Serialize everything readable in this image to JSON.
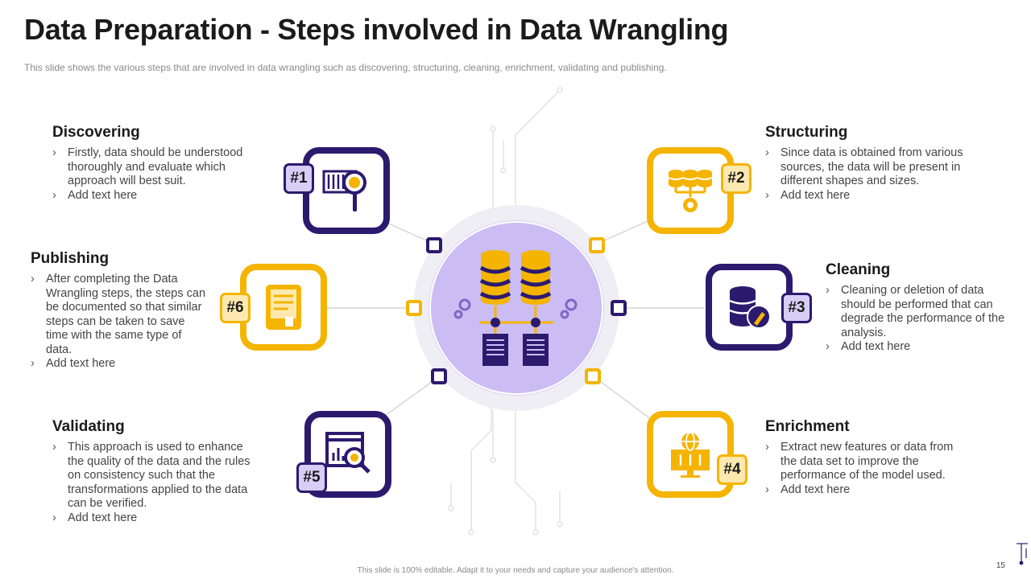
{
  "title": "Data Preparation - Steps involved in Data Wrangling",
  "subtitle": "This slide shows the various steps that are involved in data wrangling such as discovering, structuring, cleaning, enrichment, validating and publishing.",
  "footer": "This slide is 100% editable. Adapt it to your needs and capture your audience's attention.",
  "page_number": "15",
  "colors": {
    "purple": "#2b1a6e",
    "yellow": "#f4b400",
    "lavender": "#cbbdf3",
    "badge_purple": "#d7cdf5",
    "badge_yellow": "#fde9b0"
  },
  "hub": {
    "icon": "database-network-icon"
  },
  "steps": [
    {
      "id": "discovering",
      "badge": "#1",
      "heading": "Discovering",
      "icon": "data-search-icon",
      "bullets": [
        "Firstly, data should be understood thoroughly and evaluate which approach will best suit.",
        "Add text here"
      ]
    },
    {
      "id": "structuring",
      "badge": "#2",
      "heading": "Structuring",
      "icon": "database-gear-icon",
      "bullets": [
        "Since data is obtained from various sources, the data will be present in different shapes and sizes.",
        "Add text here"
      ]
    },
    {
      "id": "cleaning",
      "badge": "#3",
      "heading": "Cleaning",
      "icon": "database-brush-icon",
      "bullets": [
        "Cleaning or deletion of data should be performed that can degrade the performance of the analysis.",
        "Add text here"
      ]
    },
    {
      "id": "enrichment",
      "badge": "#4",
      "heading": "Enrichment",
      "icon": "globe-monitor-icon",
      "bullets": [
        "Extract new features or data from the data set to improve the performance of the model used.",
        "Add text here"
      ]
    },
    {
      "id": "validating",
      "badge": "#5",
      "heading": "Validating",
      "icon": "analytics-magnifier-icon",
      "bullets": [
        "This approach is used to enhance the quality of the data and the rules on consistency such that the transformations applied to the data can be verified.",
        "Add text here"
      ]
    },
    {
      "id": "publishing",
      "badge": "#6",
      "heading": "Publishing",
      "icon": "document-tablet-icon",
      "bullets": [
        "After completing the Data Wrangling steps, the steps can be documented so that similar steps can be taken to save time with the same type of data.",
        "Add text here"
      ]
    }
  ]
}
